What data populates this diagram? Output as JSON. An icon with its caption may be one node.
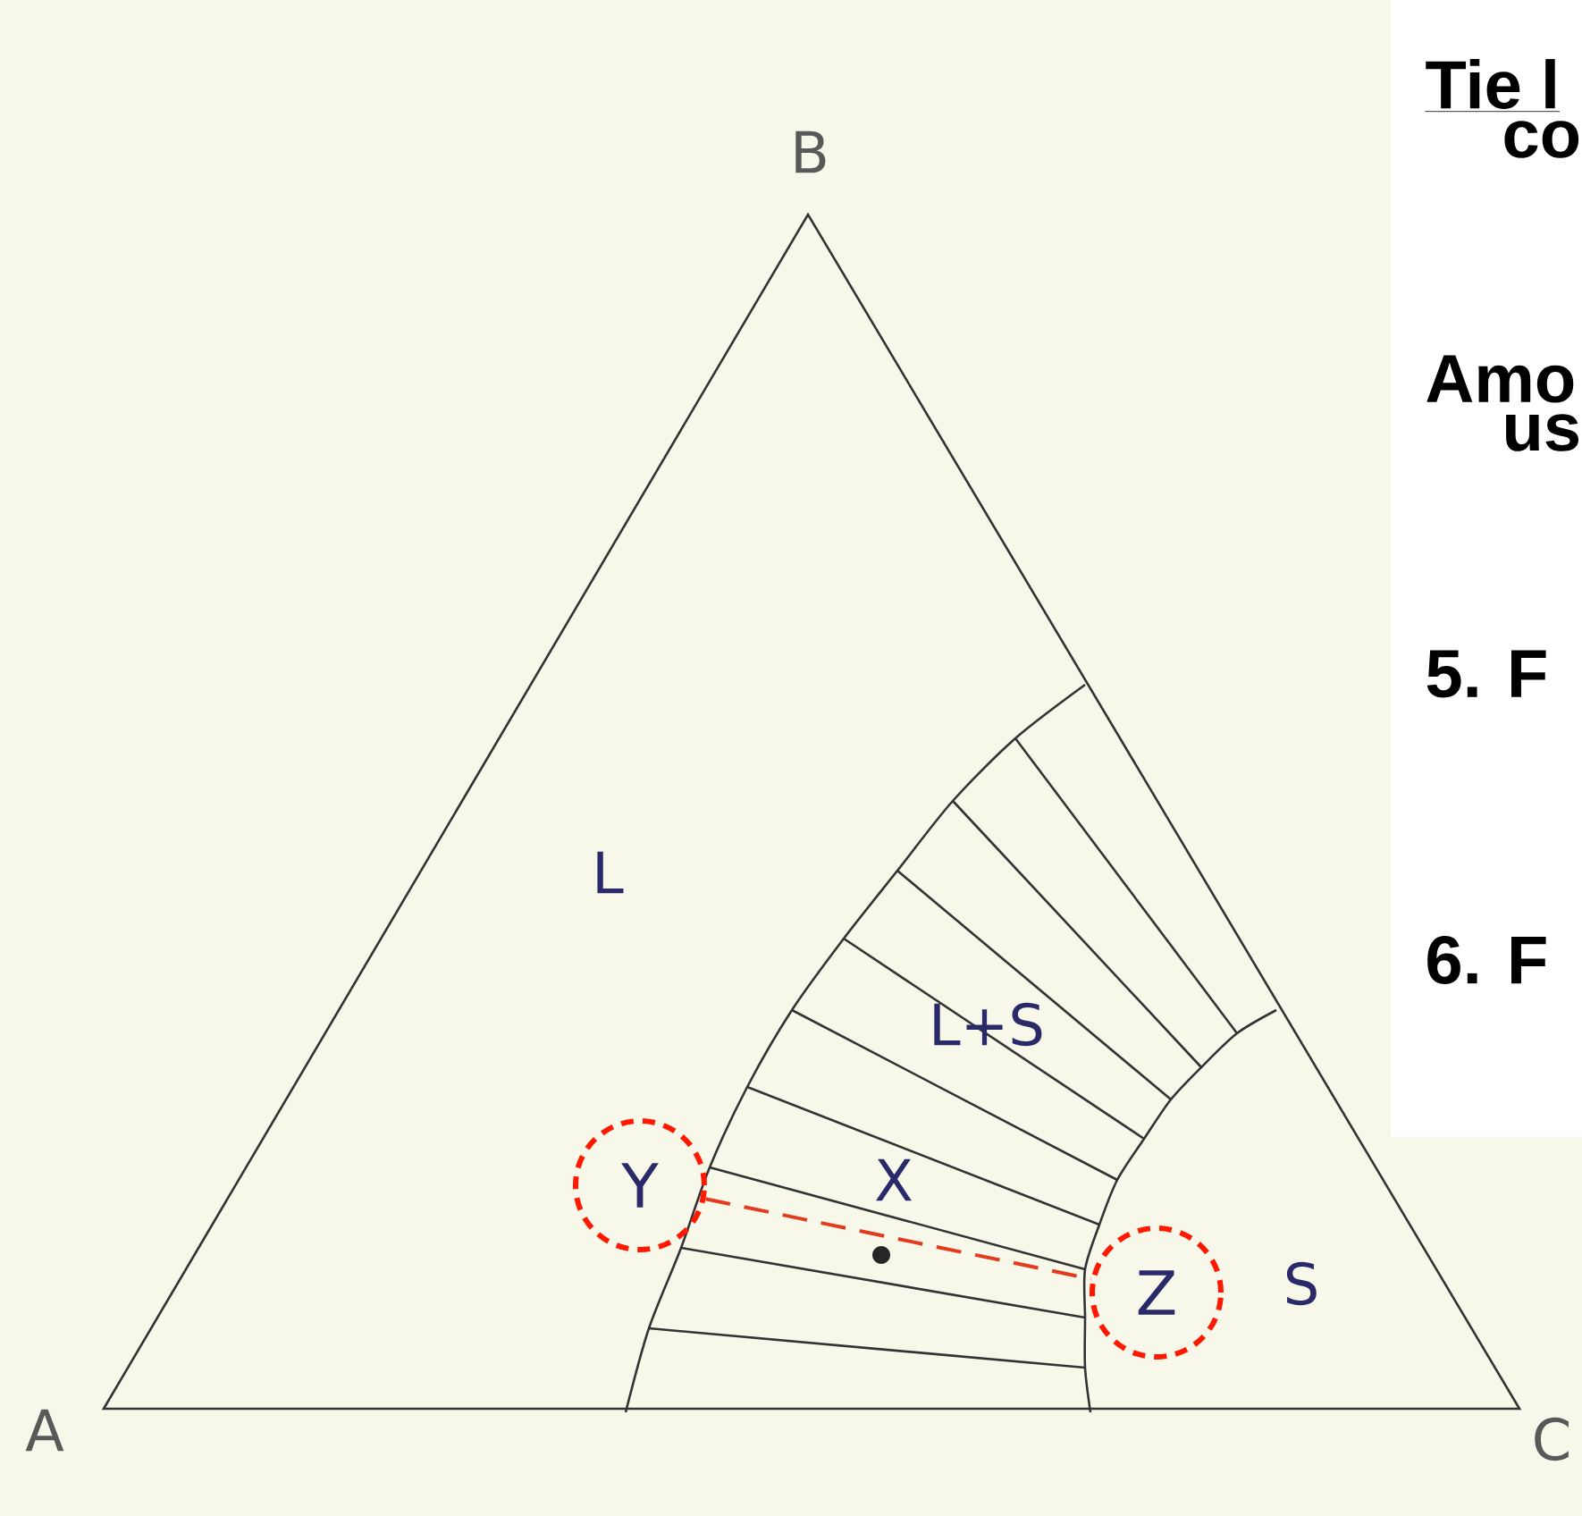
{
  "diagram": {
    "nodes": [
      {
        "text": [
          "Y"
        ]
      },
      {
        "text": [
          "Z"
        ]
      }
    ],
    "edges": [
      {
        "from": 0,
        "to": 1,
        "arrow": "none",
        "style": "dashed",
        "color": "#e23b1e"
      }
    ],
    "labels": [
      "Tie l",
      "co",
      "B",
      "Amo",
      "us",
      "5. F",
      "L",
      "6. F",
      "L+S",
      "X",
      "S",
      "A",
      "C"
    ]
  }
}
